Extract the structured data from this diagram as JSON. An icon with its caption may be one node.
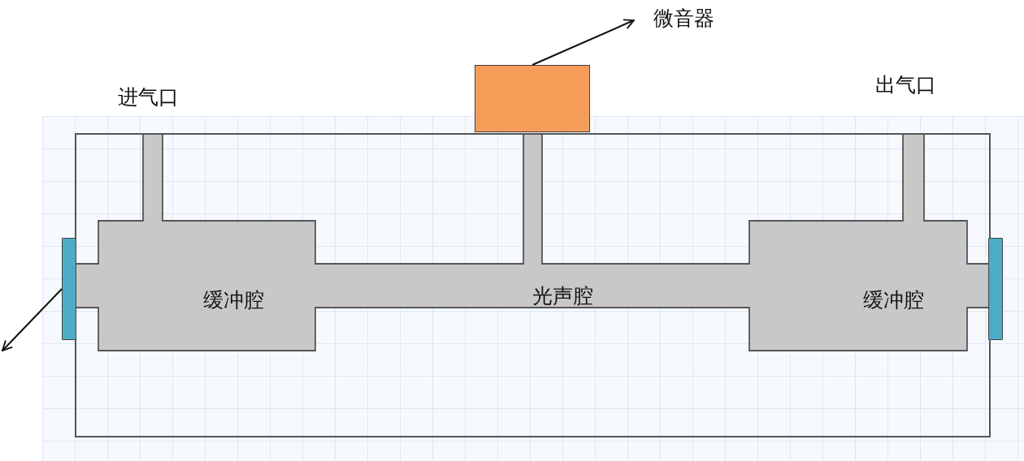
{
  "diagram": {
    "nodes": [
      {
        "text": [
          "微音器"
        ]
      },
      {
        "text": [],
        "shape": "box"
      },
      {
        "text": [
          "缓冲腔",
          "光声腔",
          "缓冲腔"
        ]
      },
      {
        "text": [],
        "shape": "bar"
      },
      {
        "text": [],
        "shape": "bar"
      }
    ],
    "edges": [
      {
        "from": 1,
        "to": 0,
        "arrow": "to"
      },
      {
        "from": 3,
        "to": null,
        "arrow": "to"
      }
    ],
    "labels": [
      "进气口",
      "出气口"
    ]
  }
}
